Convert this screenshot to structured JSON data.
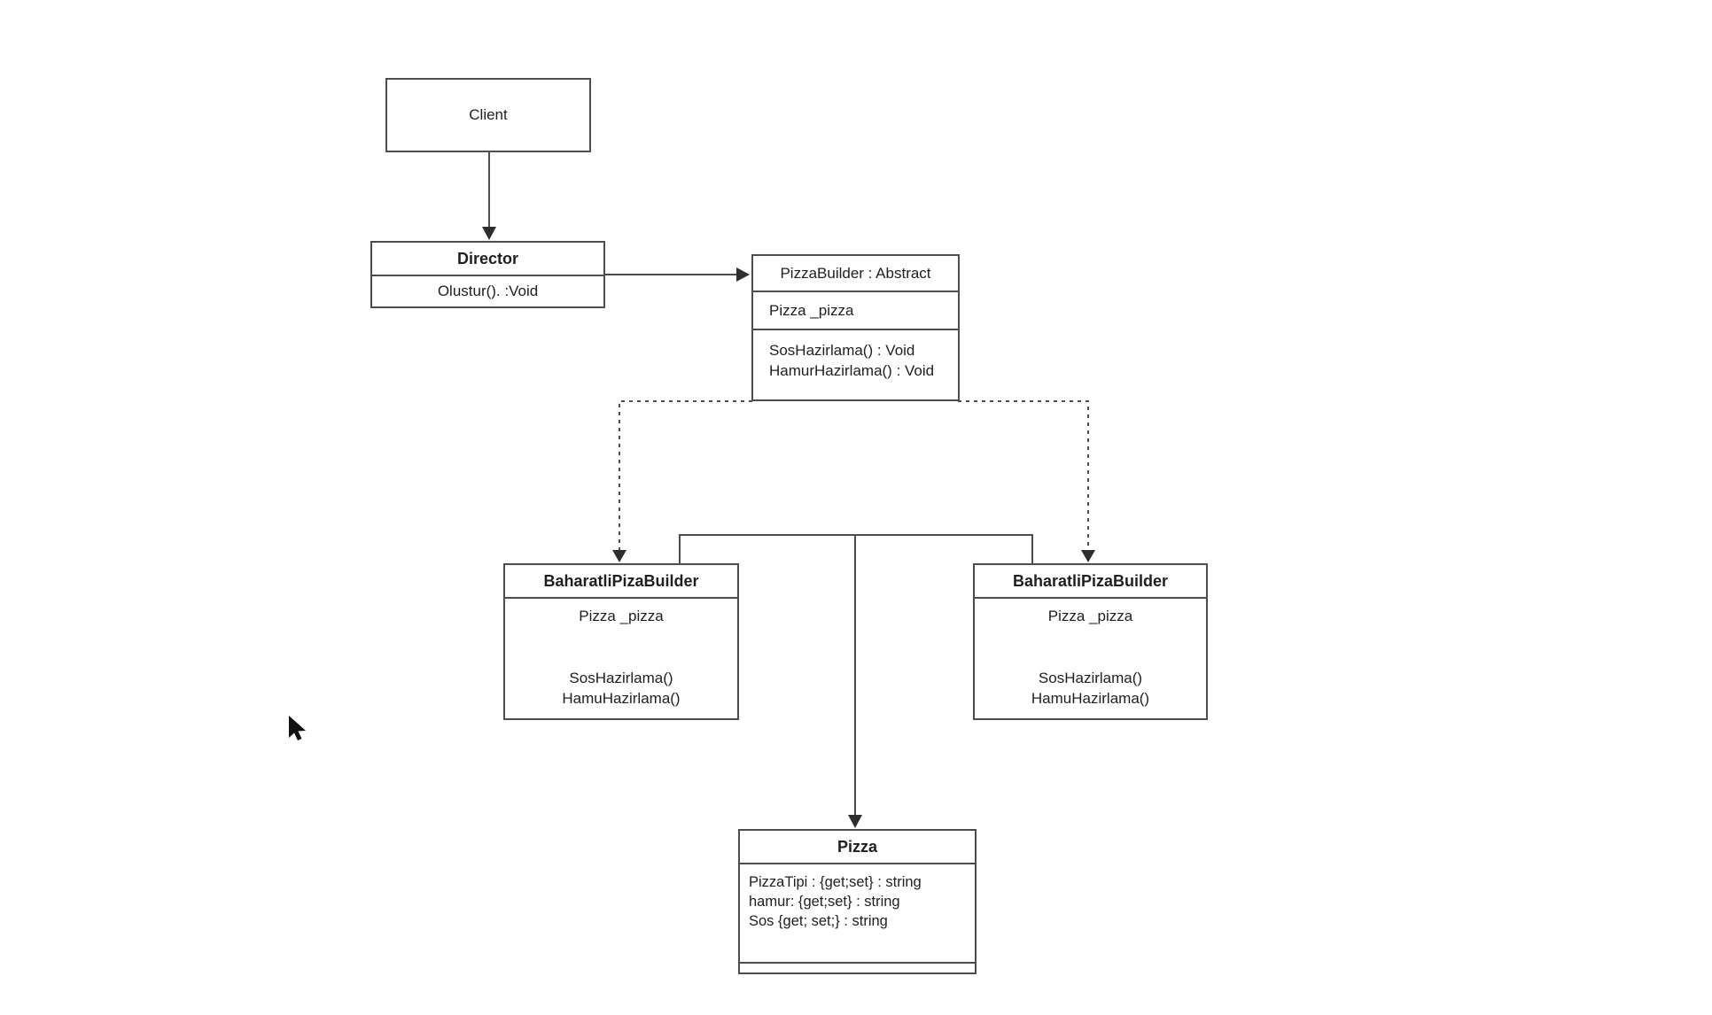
{
  "canvas": {
    "background_color": "#ffffff",
    "stroke_color": "#4d4d4d",
    "text_color": "#1f1f1f"
  },
  "diagram": {
    "client": {
      "title": "Client"
    },
    "director": {
      "title": "Director",
      "method": "Olustur(). :Void"
    },
    "abstract_builder": {
      "title": "PizzaBuilder : Abstract",
      "attribute": "Pizza _pizza",
      "methods": [
        "SosHazirlama() : Void",
        "HamurHazirlama() : Void"
      ]
    },
    "left_builder": {
      "title": "BaharatliPizaBuilder",
      "attribute": "Pizza _pizza",
      "methods": [
        "SosHazirlama()",
        "HamuHazirlama()"
      ]
    },
    "right_builder": {
      "title": "BaharatliPizaBuilder",
      "attribute": "Pizza _pizza",
      "methods": [
        "SosHazirlama()",
        "HamuHazirlama()"
      ]
    },
    "pizza": {
      "title": "Pizza",
      "attributes": [
        "PizzaTipi : {get;set} : string",
        "hamur: {get;set} : string",
        "Sos {get; set;} : string"
      ]
    }
  }
}
